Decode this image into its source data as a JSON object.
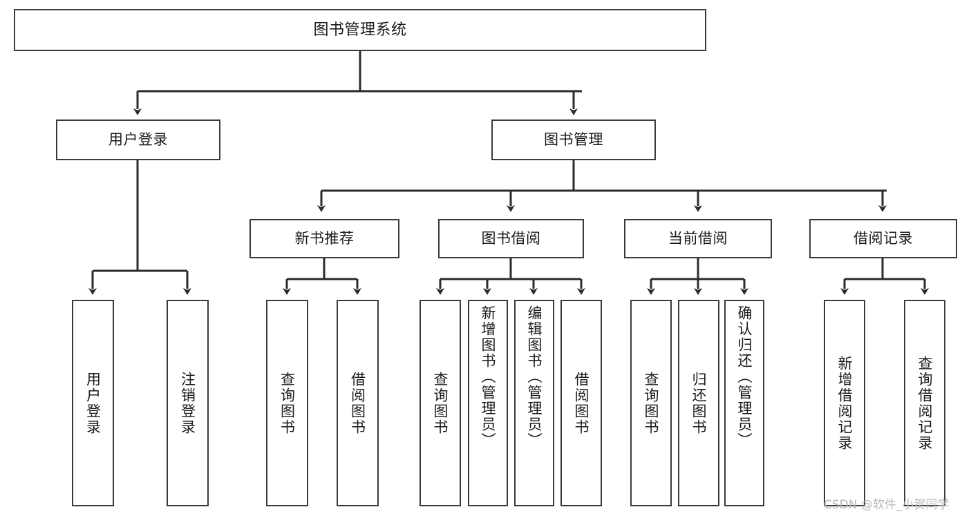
{
  "diagram": {
    "type": "tree-hierarchy",
    "title": "图书管理系统",
    "root": {
      "label": "图书管理系统"
    },
    "level1": [
      {
        "label": "用户登录"
      },
      {
        "label": "图书管理"
      }
    ],
    "level2": [
      {
        "label": "新书推荐"
      },
      {
        "label": "图书借阅"
      },
      {
        "label": "当前借阅"
      },
      {
        "label": "借阅记录"
      }
    ],
    "leaves": {
      "user_login": [
        {
          "label": "用户登录"
        },
        {
          "label": "注销登录"
        }
      ],
      "new_book_recommend": [
        {
          "label": "查询图书"
        },
        {
          "label": "借阅图书"
        }
      ],
      "book_borrow": [
        {
          "label": "查询图书"
        },
        {
          "label": "新增图书（管理员）"
        },
        {
          "label": "编辑图书（管理员）"
        },
        {
          "label": "借阅图书"
        }
      ],
      "current_borrow": [
        {
          "label": "查询图书"
        },
        {
          "label": "归还图书"
        },
        {
          "label": "确认归还（管理员）"
        }
      ],
      "borrow_record": [
        {
          "label": "新增借阅记录"
        },
        {
          "label": "查询借阅记录"
        }
      ]
    }
  },
  "watermark": {
    "text": "CSDN @软件_小贺同学"
  },
  "colors": {
    "box_border": "#3a3a3a",
    "connector": "#2b2b2b",
    "text": "#1b1b1b",
    "background": "#ffffff",
    "watermark": "#b9b9b9"
  }
}
